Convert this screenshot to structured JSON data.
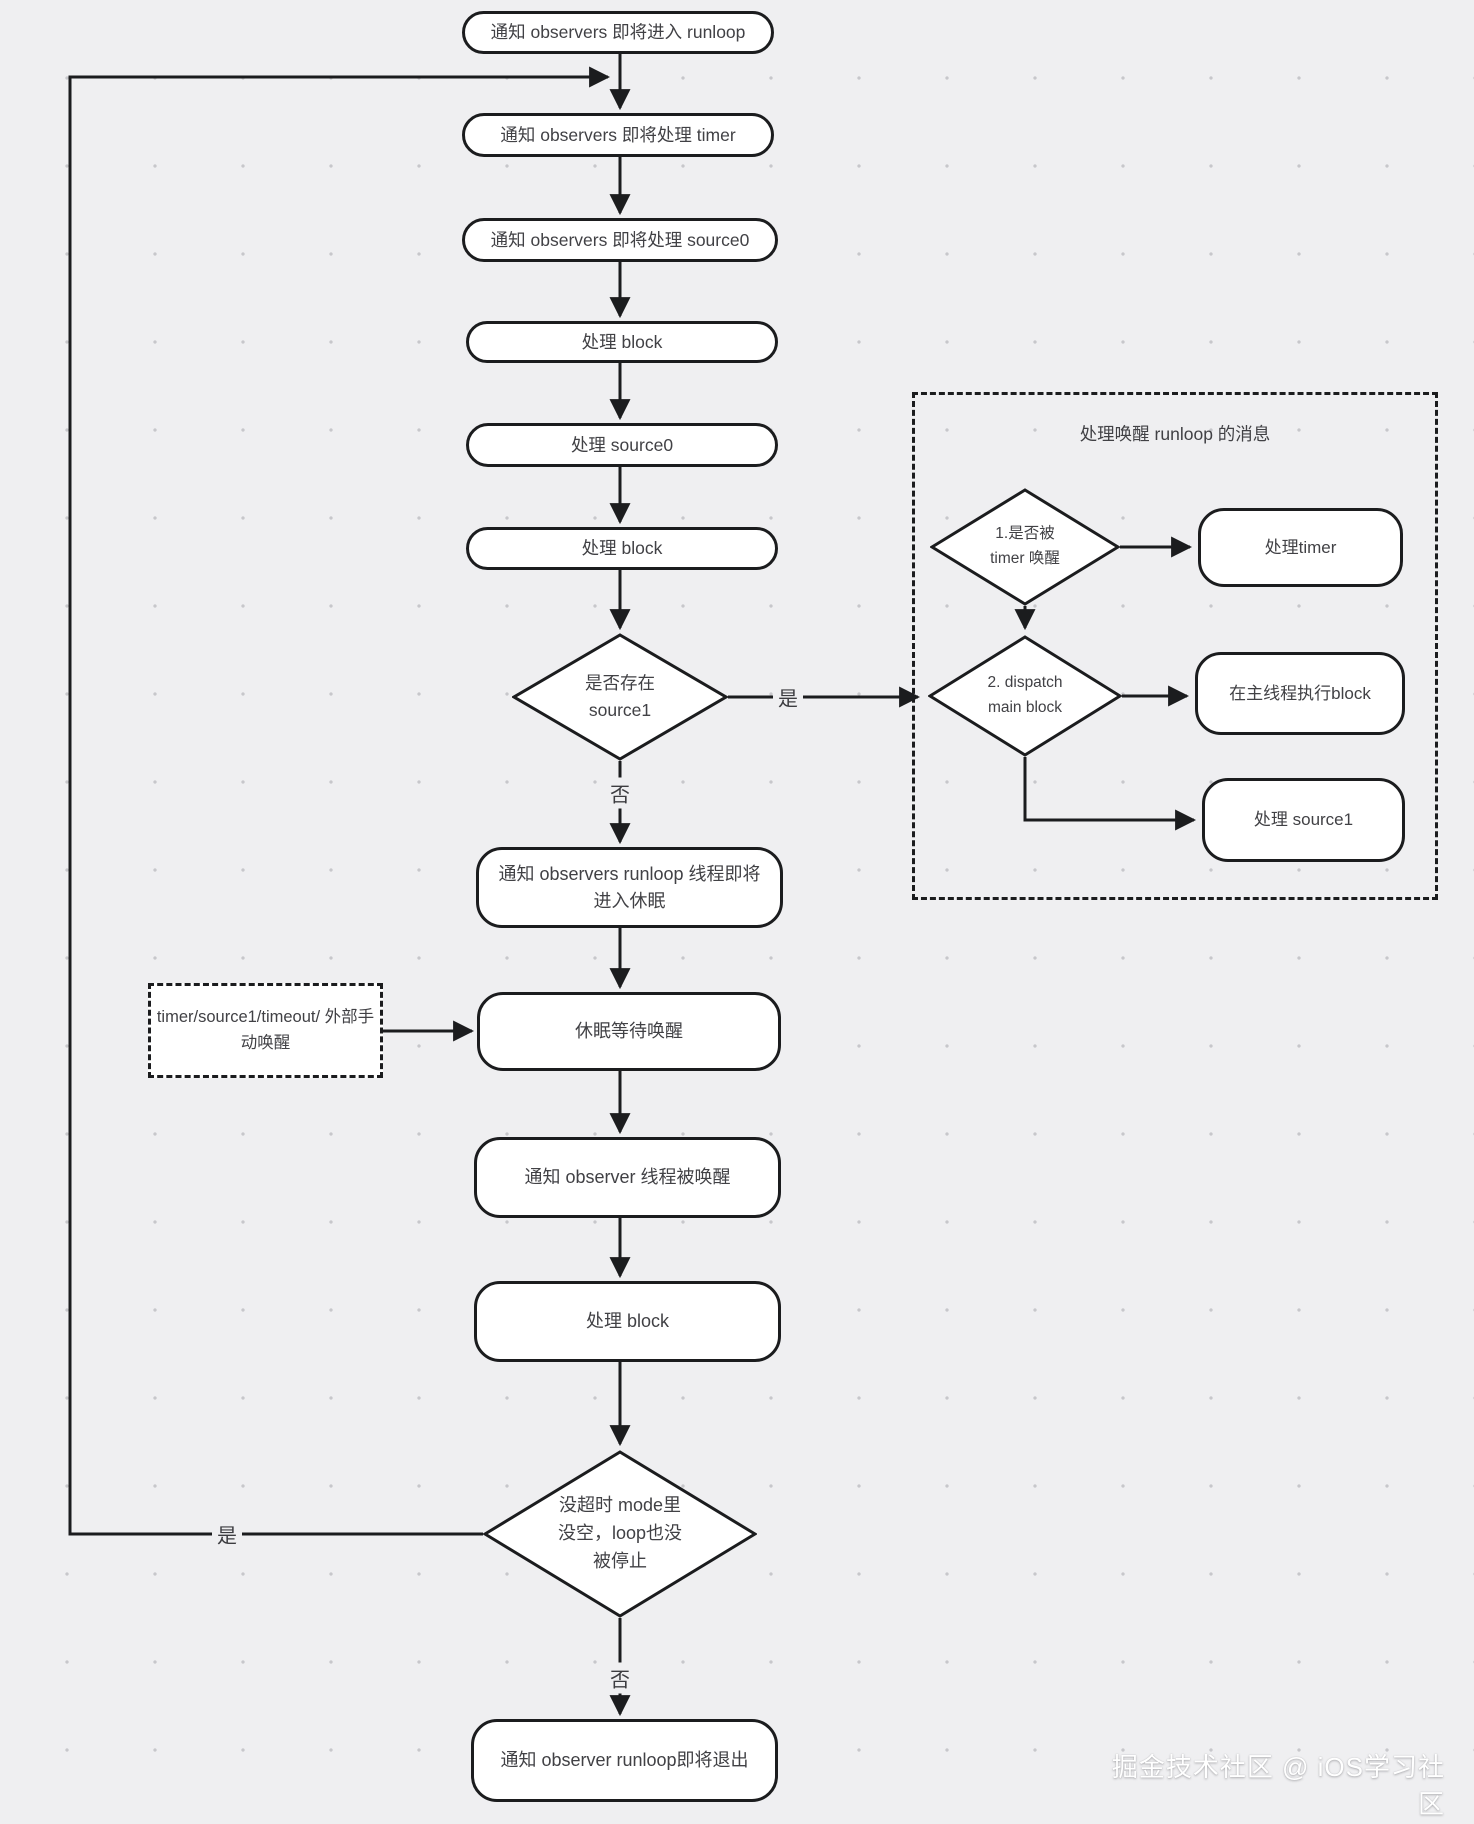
{
  "colors": {
    "background": "#efeff1",
    "stroke": "#1b1c1e",
    "node_fill": "#ffffff",
    "text": "#414145",
    "dot_grid": "#c7c7cb",
    "watermark_text": "#ffffff"
  },
  "nodes": {
    "notify_enter": "通知 observers 即将进入 runloop",
    "notify_timer": "通知 observers 即将处理 timer",
    "notify_source0": "通知 observers 即将处理 source0",
    "block1": "处理 block",
    "source0": "处理 source0",
    "block2": "处理 block",
    "has_source1": "是否存在\nsource1",
    "notify_sleep": "通知 observers runloop 线程即将\n进入休眠",
    "wake_reasons": "timer/source1/timeout/\n外部手动唤醒",
    "sleep_wait": "休眠等待唤醒",
    "notify_awake": "通知 observer 线程被唤醒",
    "block3": "处理 block",
    "loop_check": "没超时 mode里\n没空，loop也没\n被停止",
    "notify_exit": "通知 observer runloop即将退出"
  },
  "wake_group": {
    "title": "处理唤醒 runloop 的消息",
    "check_timer": "1.是否被\ntimer 唤醒",
    "process_timer": "处理timer",
    "check_dispatch": "2. dispatch\nmain block",
    "exec_main_block": "在主线程执行block",
    "process_source1": "处理 source1"
  },
  "edge_labels": {
    "source1_yes": "是",
    "source1_no": "否",
    "loop_yes": "是",
    "loop_no": "否"
  },
  "watermark": {
    "text": "掘金技术社区 @ iOS学习社区"
  }
}
